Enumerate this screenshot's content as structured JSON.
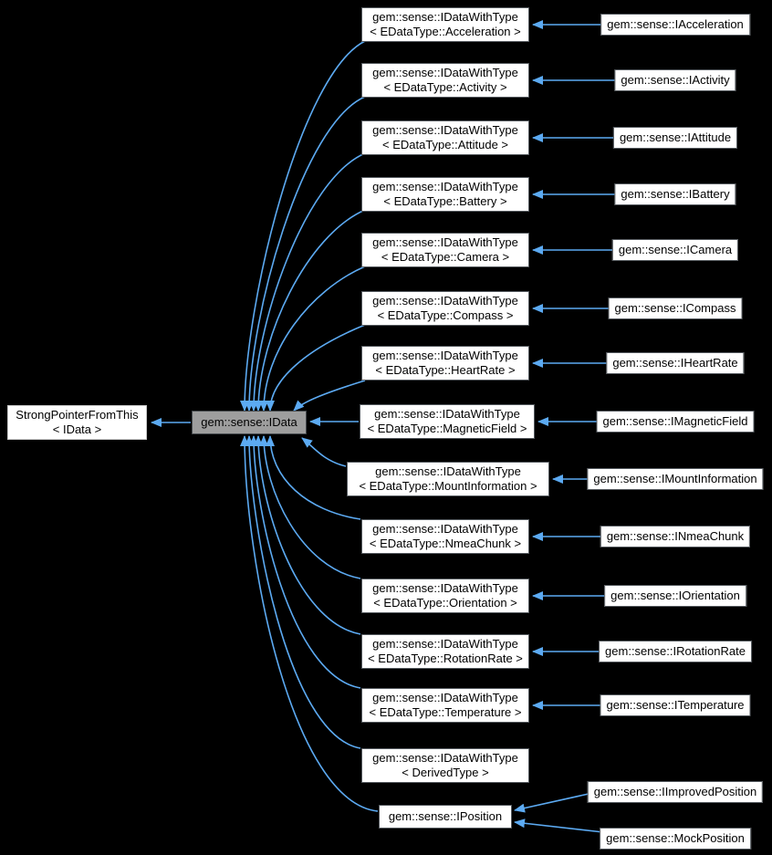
{
  "colors": {
    "background": "#000000",
    "arrow": "#5caaf2",
    "node_background": "#ffffff",
    "node_border": "#54595e",
    "focus_node_background": "#9e9e9e",
    "focus_node_border": "#464a4e",
    "external_node_border": "#c8c8c8",
    "text": "#000000"
  },
  "left_node": {
    "line1": "StrongPointerFromThis",
    "line2": "< IData >"
  },
  "focus_node": {
    "label": "gem::sense::IData"
  },
  "rows": [
    {
      "mid1": "gem::sense::IDataWithType",
      "mid2": "< EDataType::Acceleration >",
      "right": "gem::sense::IAcceleration"
    },
    {
      "mid1": "gem::sense::IDataWithType",
      "mid2": "< EDataType::Activity >",
      "right": "gem::sense::IActivity"
    },
    {
      "mid1": "gem::sense::IDataWithType",
      "mid2": "< EDataType::Attitude >",
      "right": "gem::sense::IAttitude"
    },
    {
      "mid1": "gem::sense::IDataWithType",
      "mid2": "< EDataType::Battery >",
      "right": "gem::sense::IBattery"
    },
    {
      "mid1": "gem::sense::IDataWithType",
      "mid2": "< EDataType::Camera >",
      "right": "gem::sense::ICamera"
    },
    {
      "mid1": "gem::sense::IDataWithType",
      "mid2": "< EDataType::Compass >",
      "right": "gem::sense::ICompass"
    },
    {
      "mid1": "gem::sense::IDataWithType",
      "mid2": "< EDataType::HeartRate >",
      "right": "gem::sense::IHeartRate"
    },
    {
      "mid1": "gem::sense::IDataWithType",
      "mid2": "< EDataType::MagneticField >",
      "right": "gem::sense::IMagneticField"
    },
    {
      "mid1": "gem::sense::IDataWithType",
      "mid2": "< EDataType::MountInformation >",
      "right": "gem::sense::IMountInformation"
    },
    {
      "mid1": "gem::sense::IDataWithType",
      "mid2": "< EDataType::NmeaChunk >",
      "right": "gem::sense::INmeaChunk"
    },
    {
      "mid1": "gem::sense::IDataWithType",
      "mid2": "< EDataType::Orientation >",
      "right": "gem::sense::IOrientation"
    },
    {
      "mid1": "gem::sense::IDataWithType",
      "mid2": "< EDataType::RotationRate >",
      "right": "gem::sense::IRotationRate"
    },
    {
      "mid1": "gem::sense::IDataWithType",
      "mid2": "< EDataType::Temperature >",
      "right": "gem::sense::ITemperature"
    },
    {
      "mid1": "gem::sense::IDataWithType",
      "mid2": "< DerivedType >",
      "right": null
    }
  ],
  "position_nodes": {
    "base": "gem::sense::IPosition",
    "derived": [
      "gem::sense::IImprovedPosition",
      "gem::sense::MockPosition"
    ]
  }
}
